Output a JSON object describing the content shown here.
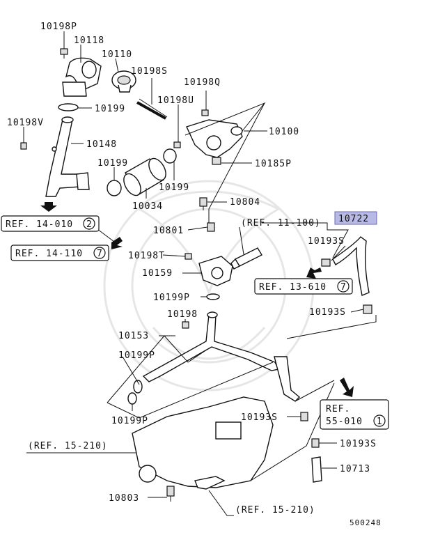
{
  "part_labels": {
    "p10198P_top": "10198P",
    "p10118": "10118",
    "p10110": "10110",
    "p10198S": "10198S",
    "p10198Q": "10198Q",
    "p10199_a": "10199",
    "p10198U": "10198U",
    "p10198V": "10198V",
    "p10100": "10100",
    "p10148": "10148",
    "p10199_b": "10199",
    "p10185P": "10185P",
    "p10199_c": "10199",
    "p10034": "10034",
    "p10804": "10804",
    "p10722": "10722",
    "p10801": "10801",
    "p10193S_a": "10193S",
    "p10198T": "10198T",
    "p10159": "10159",
    "p10199P_a": "10199P",
    "p10193S_b": "10193S",
    "p10198": "10198",
    "p10153": "10153",
    "p10199P_b": "10199P",
    "p10199P_c": "10199P",
    "p10193S_c": "10193S",
    "p10193S_d": "10193S",
    "p10713": "10713",
    "p10803": "10803"
  },
  "references": {
    "ref_14_010": {
      "text": "REF. 14-010",
      "num": "2"
    },
    "ref_14_110": {
      "text": "REF. 14-110",
      "num": "7"
    },
    "ref_11_100": "(REF. 11-100)",
    "ref_13_610": {
      "text": "REF. 13-610",
      "num": "7"
    },
    "ref_55_010": {
      "line1": "REF.",
      "line2": "55-010",
      "num": "1"
    },
    "ref_15_210_left": "(REF. 15-210)",
    "ref_15_210_bottom": "(REF. 15-210)"
  },
  "diagram_number": "500248",
  "colors": {
    "highlight": "#b9b9e6",
    "ink": "#111111",
    "watermark": "#e6e6e6"
  }
}
